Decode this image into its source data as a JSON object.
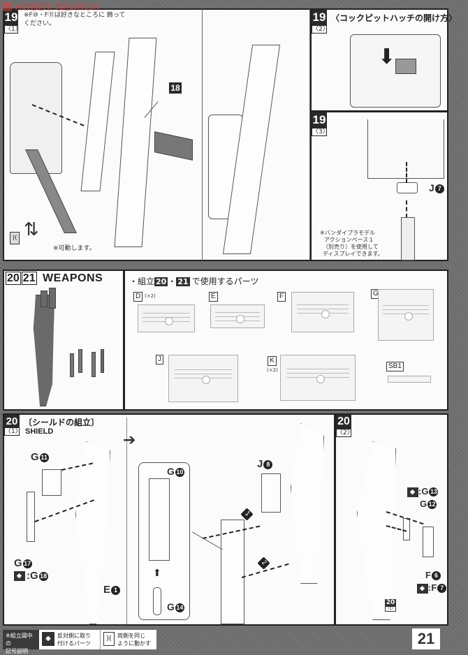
{
  "watermark": "HOBBY SEARCH",
  "page_number": "21",
  "step19": {
    "sub1": {
      "step": "19",
      "sub": "〈1〉",
      "note": "※F⑩・F⑪は好きなところに 飾ってください。",
      "callout": "18",
      "movable_note": "※可動します。"
    },
    "sub2": {
      "step": "19",
      "sub": "〈2〉",
      "title": "〈コックピットハッチの開け方〉"
    },
    "sub3": {
      "step": "19",
      "sub": "〈3〉",
      "part": "J",
      "part_num": "7",
      "note_lines": [
        "※バンダイプラモデル",
        "アクションベース１",
        "（別売り）を使用して",
        "ディスプレイできます。"
      ]
    }
  },
  "weapons": {
    "step_a": "20",
    "step_b": "21",
    "title": "WEAPONS",
    "parts_heading_prefix": "・組立",
    "parts_heading_a": "20",
    "parts_heading_sep": "・",
    "parts_heading_b": "21",
    "parts_heading_suffix": "で使用するパーツ",
    "runners": [
      {
        "label": "D",
        "qty": "(×2)"
      },
      {
        "label": "E",
        "qty": ""
      },
      {
        "label": "F",
        "qty": ""
      },
      {
        "label": "G",
        "qty": ""
      },
      {
        "label": "J",
        "qty": ""
      },
      {
        "label": "K",
        "qty": "(×2)"
      },
      {
        "label": "SB1",
        "qty": ""
      }
    ]
  },
  "shield1": {
    "step": "20",
    "sub": "〈1〉",
    "title": "〔シールドの組立〕",
    "subtitle": "SHIELD",
    "parts": [
      {
        "letter": "G",
        "num": "11"
      },
      {
        "letter": "G",
        "num": "17"
      },
      {
        "letter": "G",
        "num": "18",
        "mirror": true
      },
      {
        "letter": "E",
        "num": "1"
      },
      {
        "letter": "G",
        "num": "10"
      },
      {
        "letter": "G",
        "num": "14"
      },
      {
        "letter": "J",
        "num": "8"
      }
    ],
    "order": [
      "1",
      "2"
    ]
  },
  "shield2": {
    "step": "20",
    "sub": "〈2〉",
    "parts": [
      {
        "letter": "G",
        "num": "13",
        "mirror": true
      },
      {
        "letter": "G",
        "num": "12"
      },
      {
        "letter": "F",
        "num": "6"
      },
      {
        "letter": "F",
        "num": "7",
        "mirror": true
      }
    ],
    "ref_step": "20",
    "ref_sub": "〈1〉"
  },
  "legend": {
    "title_lines": [
      "※組立図中の",
      "記号説明"
    ],
    "items": [
      {
        "icon": "mirror-part-icon",
        "text_lines": [
          "反対側に取り",
          "付けるパーツ"
        ]
      },
      {
        "icon": "both-sides-icon",
        "text_lines": [
          "両側を同じ",
          "ように動かす"
        ]
      }
    ]
  }
}
